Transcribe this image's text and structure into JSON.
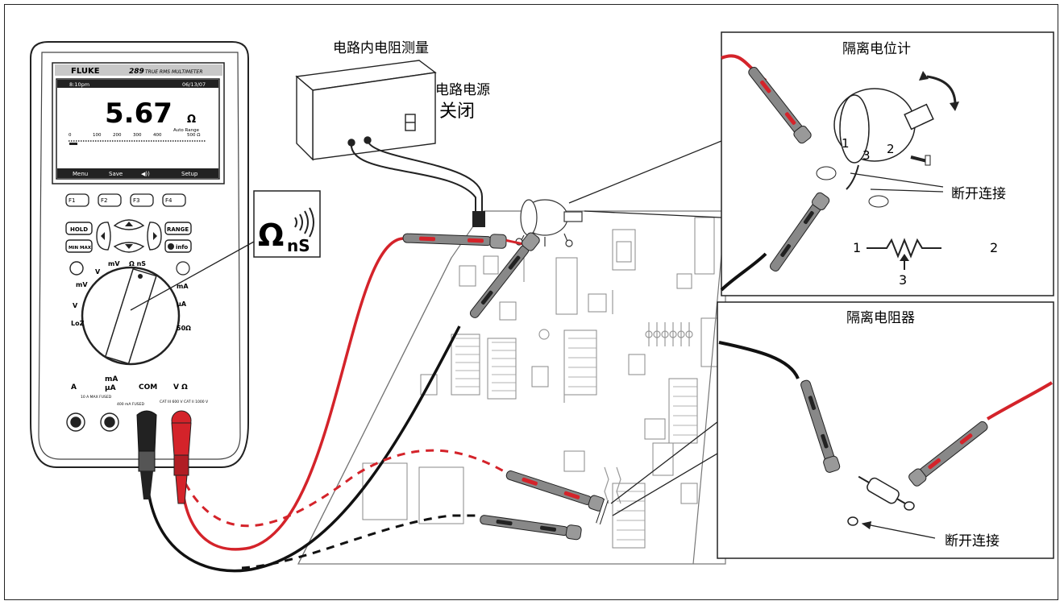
{
  "labels": {
    "circuit_title": "电路内电阻测量",
    "power_label_1": "电路电源",
    "power_label_2": "关闭",
    "pot_title": "隔离电位计",
    "disconnect_1": "断开连接",
    "resistor_title": "隔离电阻器",
    "disconnect_2": "断开连接",
    "pin1": "1",
    "pin2": "2",
    "pin3": "3"
  },
  "meter": {
    "brand": "FLUKE",
    "model": "289",
    "model_desc": "TRUE RMS MULTIMETER",
    "time": "8:10pm",
    "date": "06/13/07",
    "reading": "5.67",
    "unit": "Ω",
    "auto_range": "Auto Range",
    "range_max": "500 Ω",
    "scale": [
      "0",
      "100",
      "200",
      "300",
      "400",
      "500"
    ],
    "softkeys": [
      "Menu",
      "Save",
      "◀))",
      "Setup"
    ],
    "fkeys": [
      "F1",
      "F2",
      "F3",
      "F4"
    ],
    "buttons": {
      "hold": "HOLD",
      "minmax": "MIN MAX",
      "range": "RANGE",
      "info": "info"
    },
    "dial": {
      "mv": "mV",
      "v": "V",
      "mvdc": "mV",
      "ohm_ns": "Ω nS",
      "ma": "mA",
      "ua": "μA",
      "fifty": "50Ω",
      "loz": "LoZ"
    },
    "jacks": {
      "a": "A",
      "ma": "mA",
      "ua": "μA",
      "com": "COM",
      "vohm": "V Ω"
    },
    "fuse_10a": "10 A MAX FUSED",
    "fuse_400ma": "400 mA FUSED",
    "cat": "CAT III 600 V CAT II 1000 V"
  },
  "callout": {
    "omega": "Ω",
    "ns": "nS"
  }
}
